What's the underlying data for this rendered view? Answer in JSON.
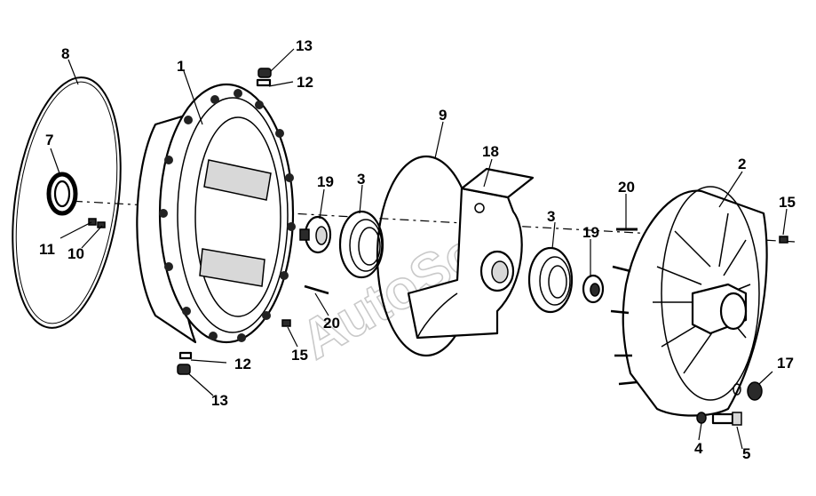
{
  "watermark": "AutoSoft",
  "callouts": {
    "c1": "1",
    "c2": "2",
    "c3a": "3",
    "c3b": "3",
    "c4": "4",
    "c5": "5",
    "c7": "7",
    "c8": "8",
    "c9": "9",
    "c10": "10",
    "c11": "11",
    "c12a": "12",
    "c12b": "12",
    "c13a": "13",
    "c13b": "13",
    "c15a": "15",
    "c15b": "15",
    "c17": "17",
    "c18": "18",
    "c19a": "19",
    "c19b": "19",
    "c20a": "20",
    "c20b": "20"
  }
}
